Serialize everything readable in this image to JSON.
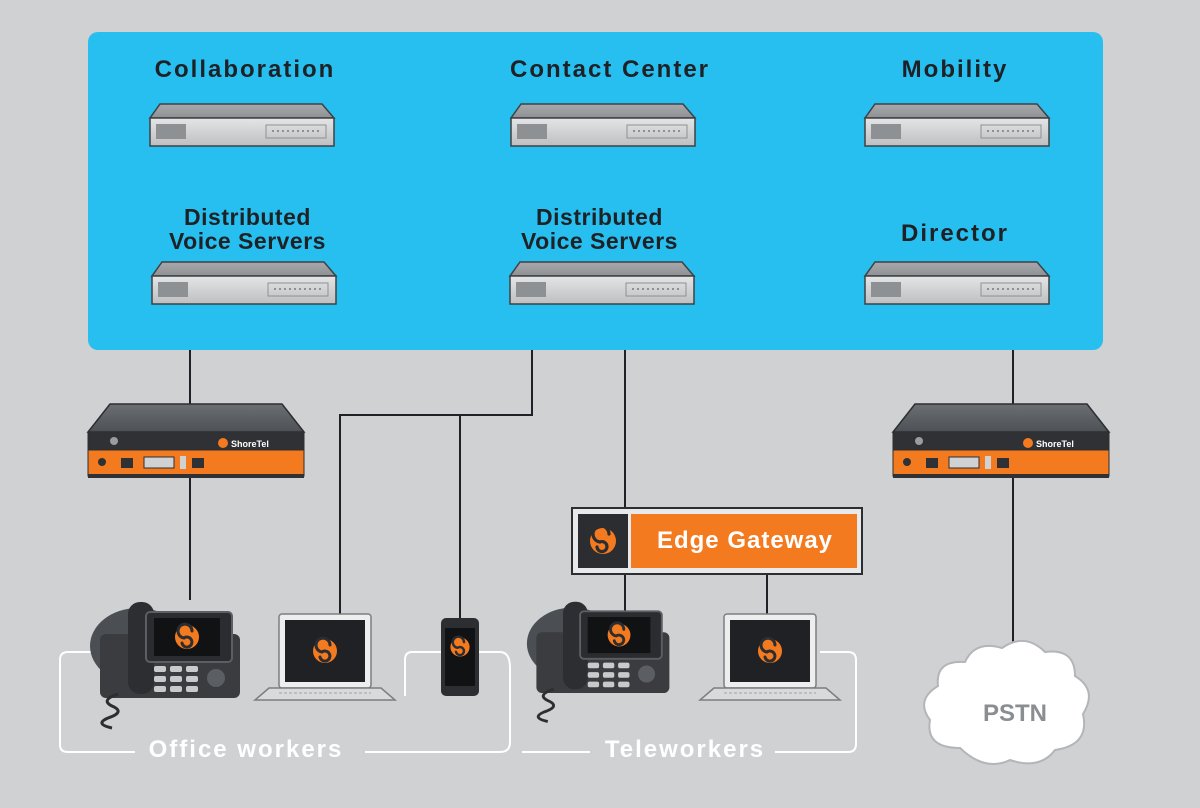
{
  "servers": {
    "collaboration": "Collaboration",
    "contact_center": "Contact Center",
    "mobility": "Mobility",
    "distributed_1_line1": "Distributed",
    "distributed_1_line2": "Voice Servers",
    "distributed_2_line1": "Distributed",
    "distributed_2_line2": "Voice Servers",
    "director": "Director"
  },
  "gateway": {
    "label": "Edge Gateway"
  },
  "groups": {
    "office": "Office workers",
    "tele": "Teleworkers"
  },
  "cloud": {
    "label": "PSTN"
  },
  "colors": {
    "panel": "#26bff0",
    "background": "#d0d1d3",
    "accent_orange": "#f47a20",
    "device_dark": "#3a3c3f",
    "server_gray": "#c9cacc"
  },
  "icons": [
    "server-appliance-icon",
    "voice-switch-icon",
    "desk-phone-icon",
    "laptop-icon",
    "smartphone-icon",
    "brand-logo-icon",
    "cloud-icon"
  ]
}
